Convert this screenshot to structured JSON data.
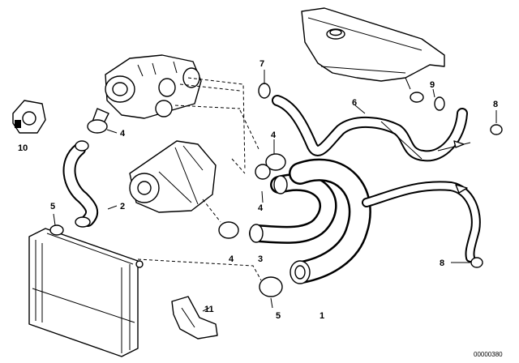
{
  "diagram": {
    "callouts": {
      "c1": "1",
      "c2": "2",
      "c3": "3",
      "c4a": "4",
      "c4b": "4",
      "c4c": "4",
      "c4d": "4",
      "c5a": "5",
      "c5b": "5",
      "c6": "6",
      "c7": "7",
      "c8a": "8",
      "c8b": "8",
      "c9": "9",
      "c10": "10",
      "c11": "11"
    },
    "diagram_code": "00000380"
  }
}
